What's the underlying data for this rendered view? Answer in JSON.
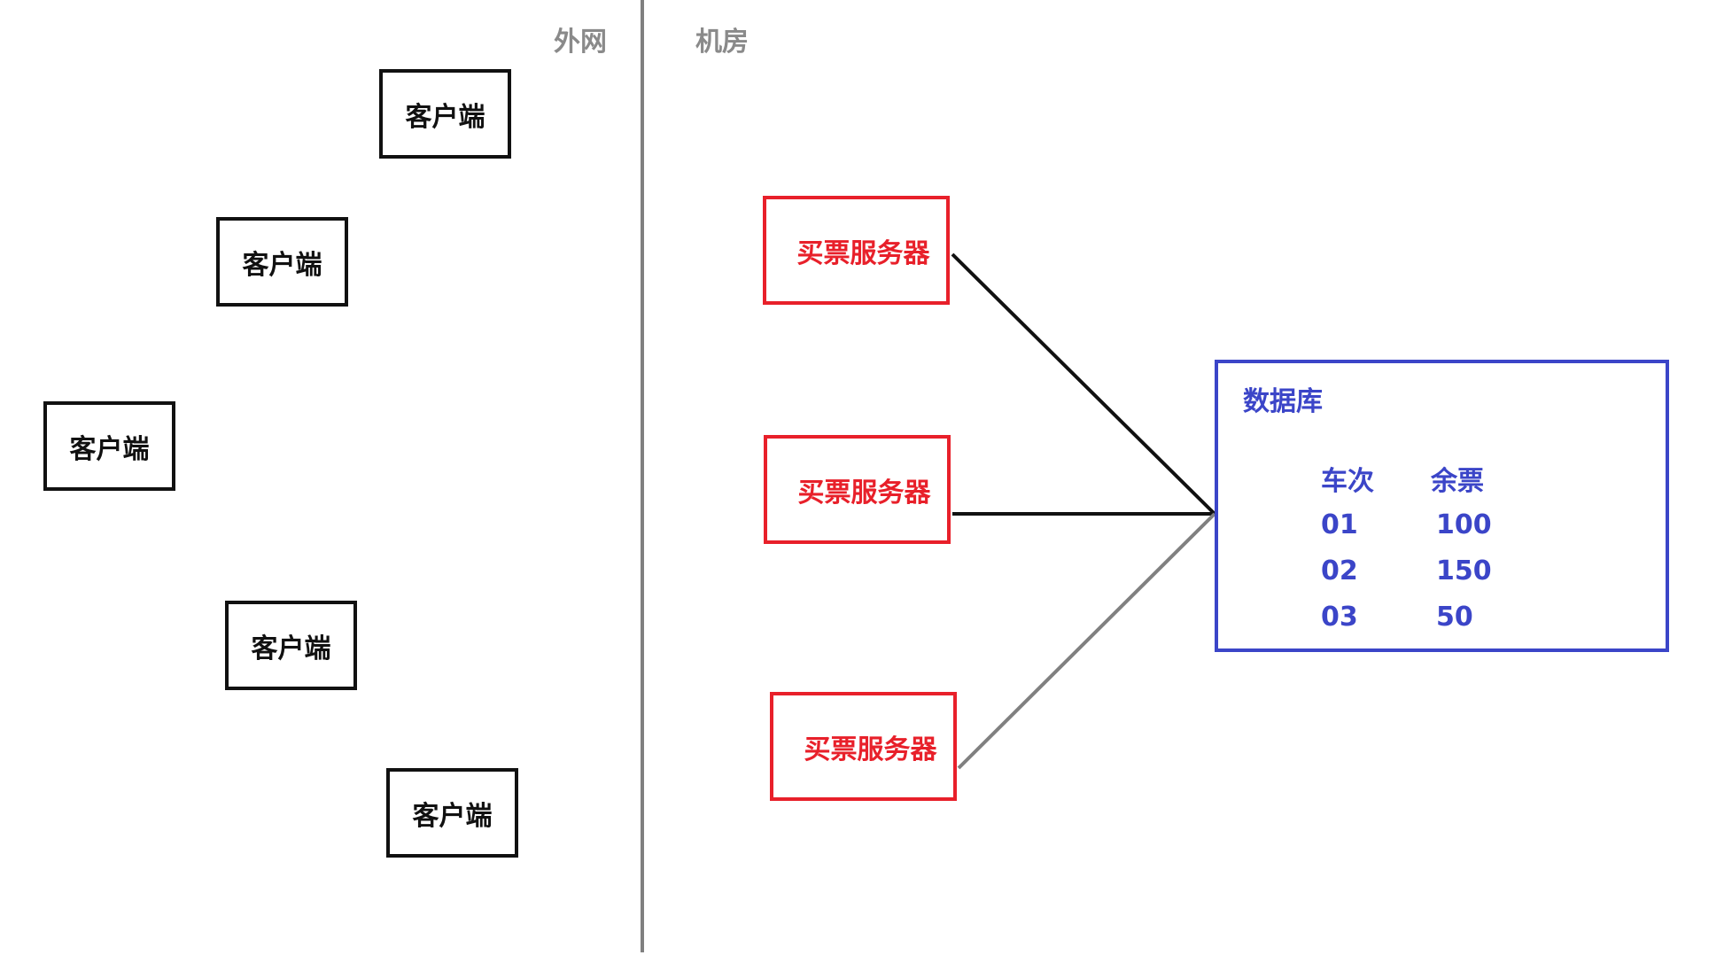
{
  "zones": {
    "outer_label": "外网",
    "inner_label": "机房"
  },
  "clients": [
    {
      "label": "客户端"
    },
    {
      "label": "客户端"
    },
    {
      "label": "客户端"
    },
    {
      "label": "客户端"
    },
    {
      "label": "客户端"
    }
  ],
  "servers": [
    {
      "label": "买票服务器"
    },
    {
      "label": "买票服务器"
    },
    {
      "label": "买票服务器"
    }
  ],
  "database": {
    "title": "数据库",
    "columns": [
      "车次",
      "余票"
    ],
    "rows": [
      [
        "01",
        "100"
      ],
      [
        "02",
        "150"
      ],
      [
        "03",
        "50"
      ]
    ]
  },
  "colors": {
    "client_border": "#111111",
    "server_accent": "#e8202a",
    "database_accent": "#3b45c8",
    "divider": "#808080",
    "zone_text": "#8a8a8a",
    "connector_dark": "#111111",
    "connector_gray": "#808080"
  }
}
